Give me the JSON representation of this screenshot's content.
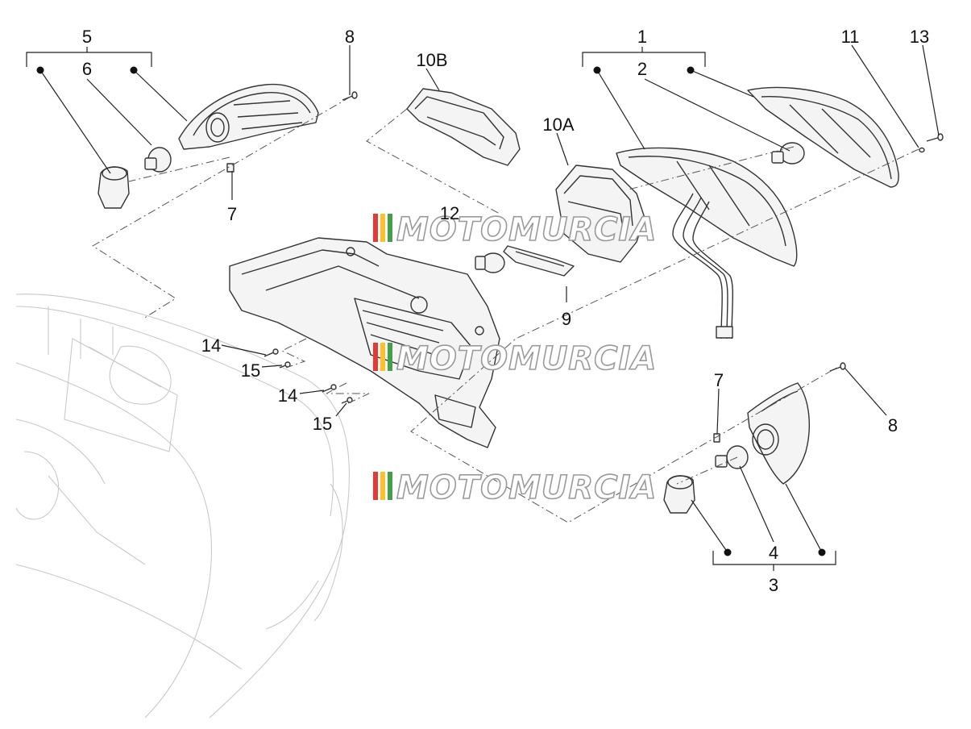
{
  "callouts": {
    "c1": "1",
    "c2": "2",
    "c3": "3",
    "c4": "4",
    "c5": "5",
    "c6": "6",
    "c7a": "7",
    "c7b": "7",
    "c8a": "8",
    "c8b": "8",
    "c9": "9",
    "c10a": "10A",
    "c10b": "10B",
    "c11": "11",
    "c12": "12",
    "c13": "13",
    "c14a": "14",
    "c14b": "14",
    "c15a": "15",
    "c15b": "15"
  },
  "watermark": {
    "text": "MOTOMURCIA",
    "stripe_colors": [
      "#e53935",
      "#fbc02d",
      "#43a047"
    ]
  },
  "colors": {
    "line": "#333333",
    "ghost": "#c9c9c9",
    "text": "#111111"
  }
}
